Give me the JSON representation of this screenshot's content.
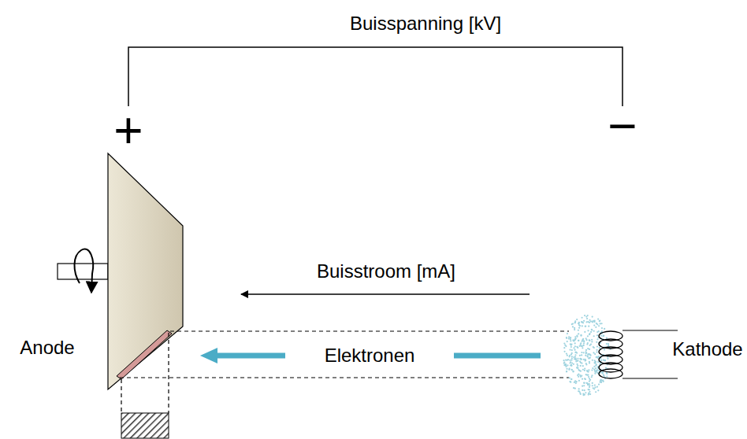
{
  "diagram": {
    "labels": [
      "Buisspanning [kV]",
      "+",
      "−",
      "Buisstroom [mA]",
      "Elektronen",
      "Anode",
      "Kathode"
    ]
  }
}
